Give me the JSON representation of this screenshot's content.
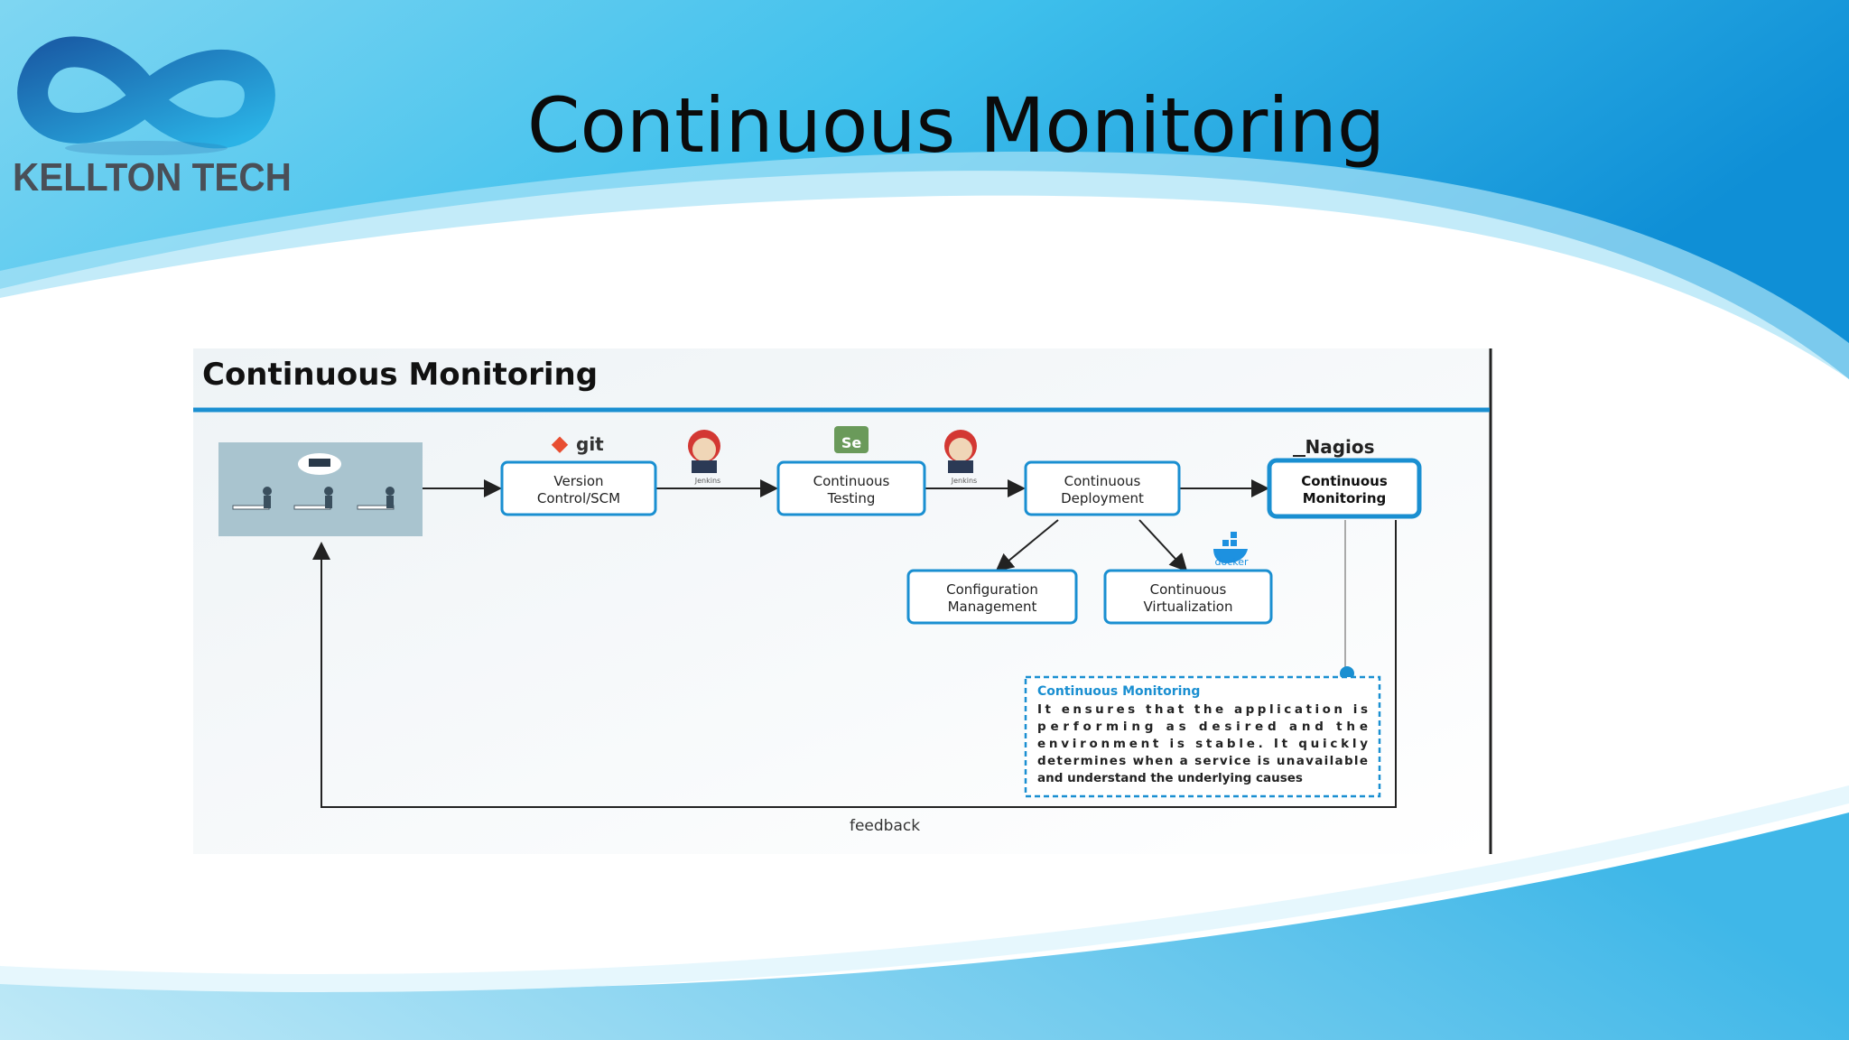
{
  "slide": {
    "title": "Continuous Monitoring",
    "logo_text": "KELLTON TECH"
  },
  "diagram": {
    "heading": "Continuous Monitoring",
    "nodes": {
      "vcs": [
        "Version",
        "Control/SCM"
      ],
      "testing": [
        "Continuous",
        "Testing"
      ],
      "deployment": [
        "Continuous",
        "Deployment"
      ],
      "monitoring": [
        "Continuous",
        "Monitoring"
      ],
      "config": [
        "Configuration",
        "Management"
      ],
      "virtualization": [
        "Continuous",
        "Virtualization"
      ]
    },
    "tool_labels": {
      "git": "git",
      "nagios": "Nagios",
      "jenkins1": "Jenkins",
      "jenkins2": "Jenkins",
      "selenium": "Se",
      "docker": "docker"
    },
    "note": {
      "title": "Continuous Monitoring",
      "lines": [
        "It ensures that the application is",
        "performing as desired and the",
        "environment is stable. It quickly",
        "determines when a service is unavailable",
        "and understand the underlying causes"
      ]
    },
    "feedback_label": "feedback"
  },
  "colors": {
    "accent_blue": "#1a8fd1",
    "box_border": "#1a8fd1",
    "note_title": "#1a8fd1",
    "title_text": "#0b0b0b"
  }
}
